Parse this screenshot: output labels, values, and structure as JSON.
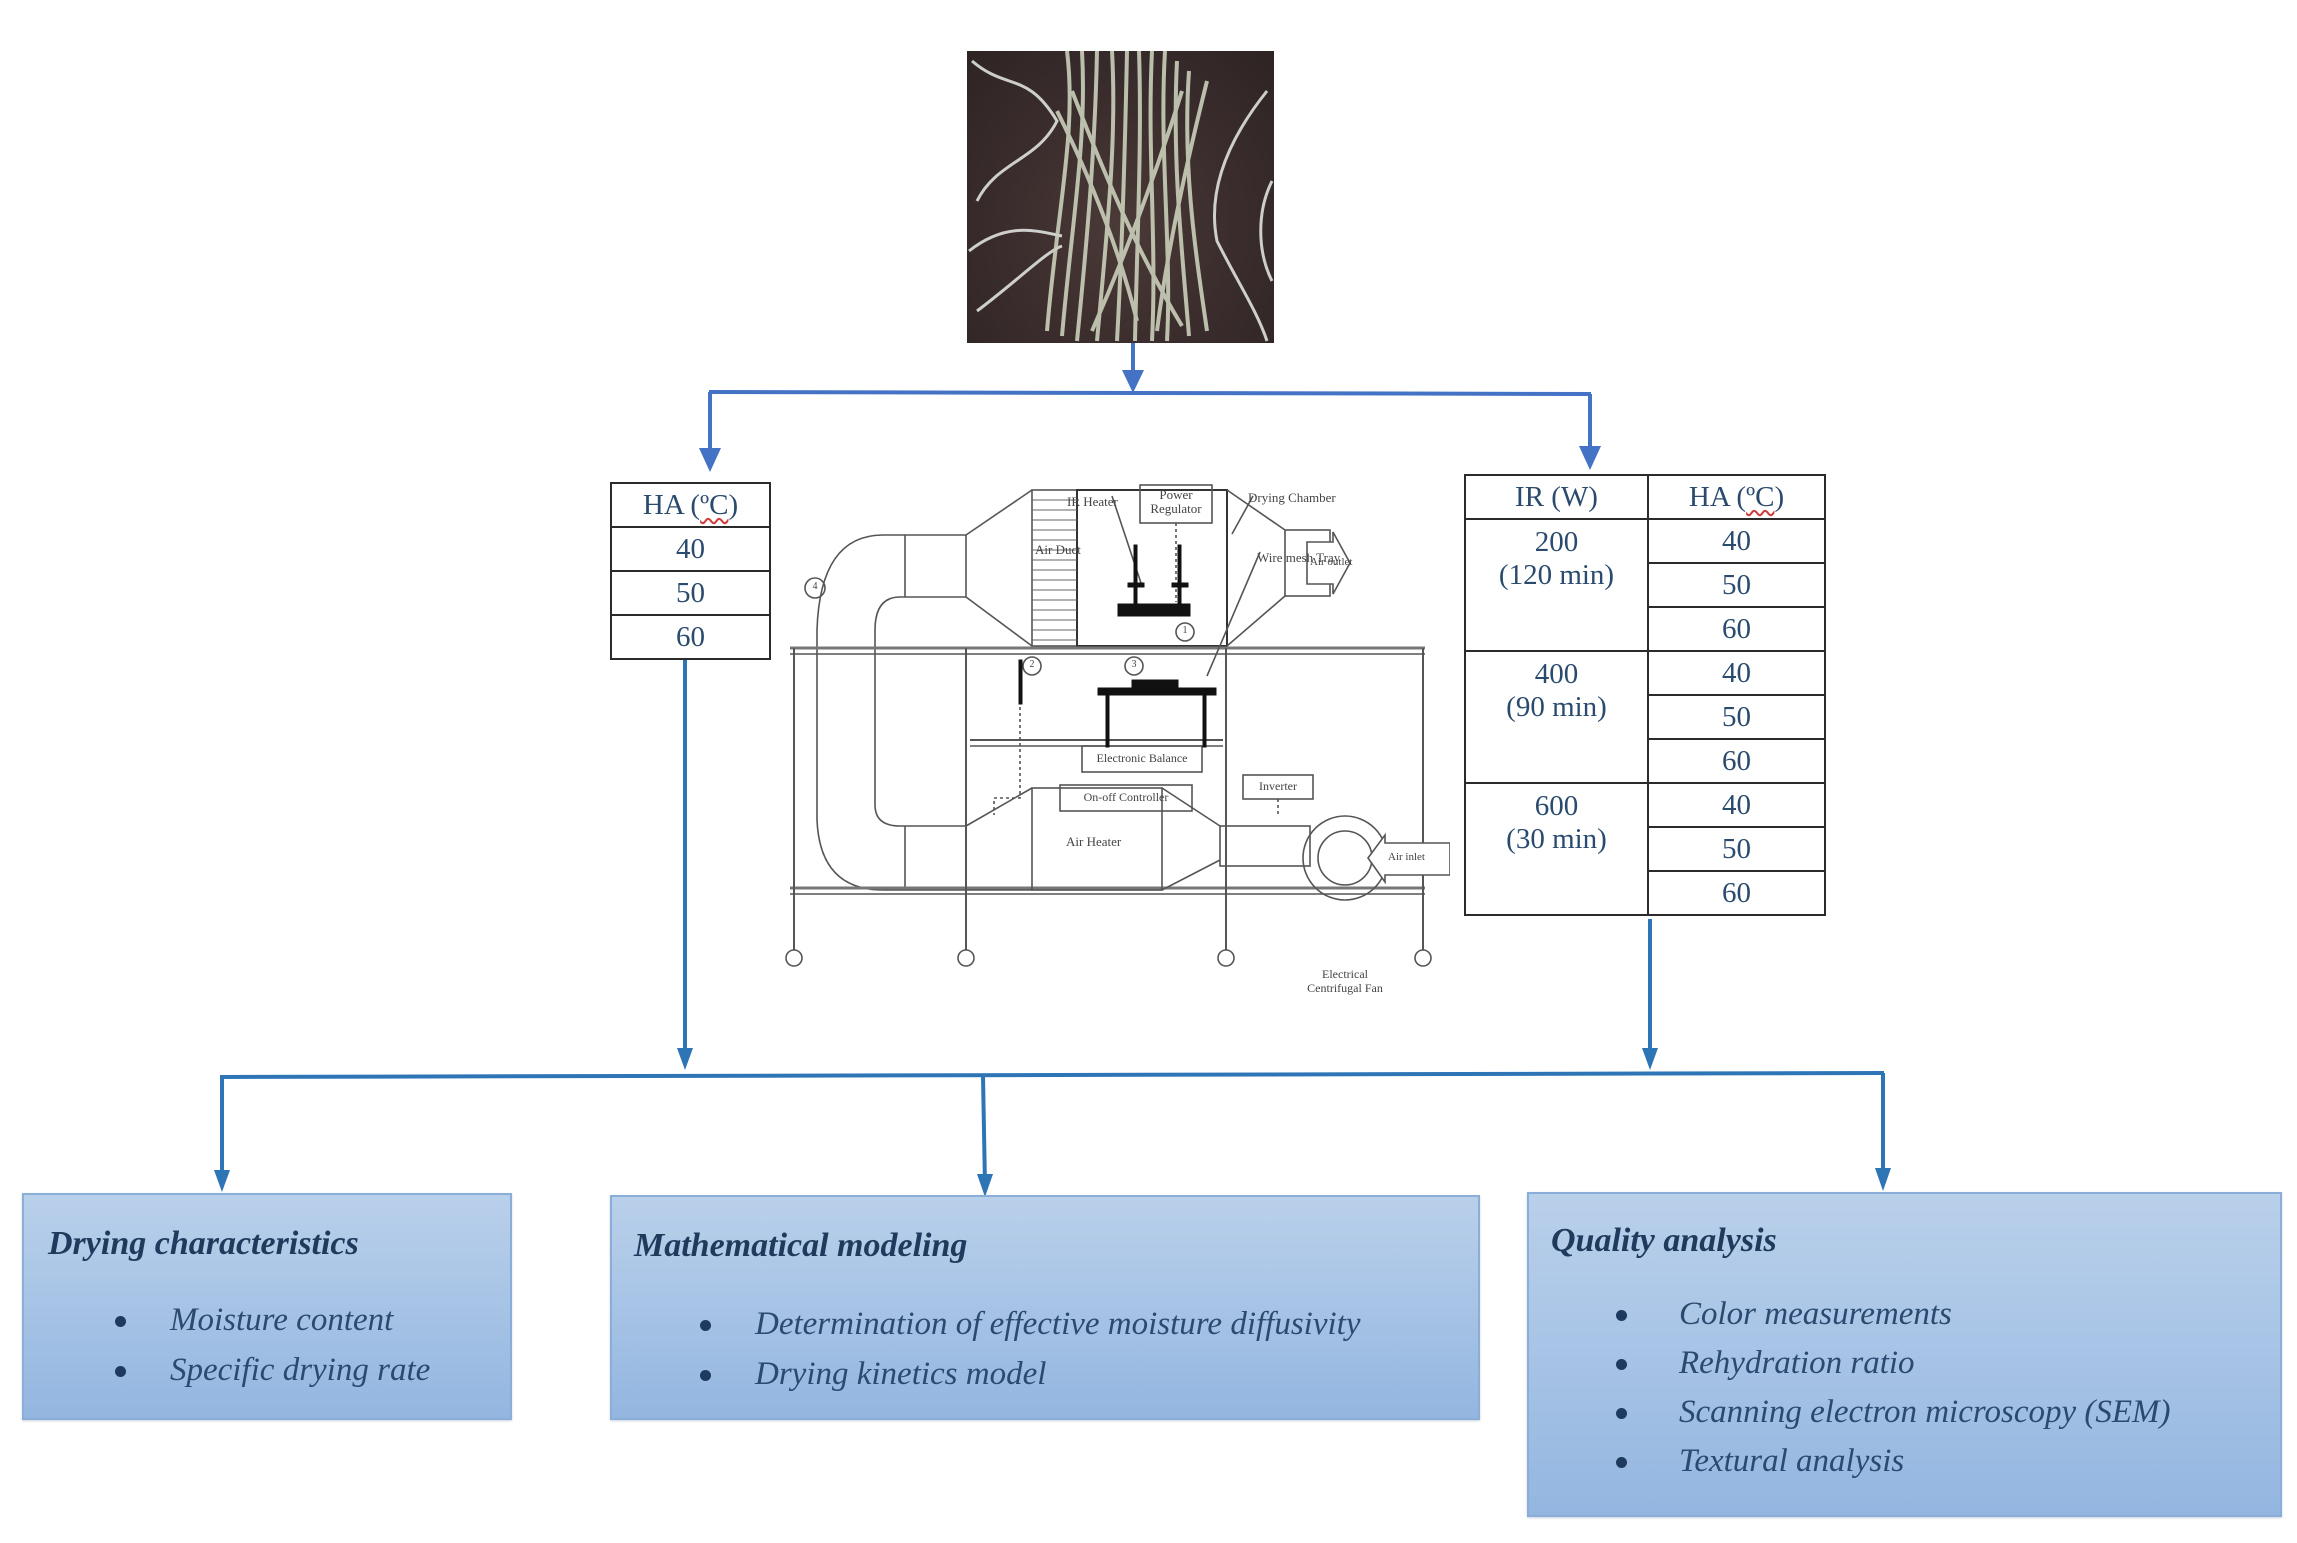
{
  "colors": {
    "arrow_top": "#4472c4",
    "arrow_bottom": "#2e75b6",
    "box_fill_top": "#b9d0ea",
    "box_fill_bottom": "#93b6e0",
    "text_navy": "#1f3a5c"
  },
  "sample_photo": {
    "icon": "noodle-sample-photo",
    "description": "Photo of noodle strands"
  },
  "ha_table": {
    "header": "HA (",
    "header_unit": "ºC",
    "header_close": ")",
    "rows": [
      "40",
      "50",
      "60"
    ]
  },
  "ir_table": {
    "header_ir": "IR (W)",
    "header_ha": "HA (",
    "header_ha_unit": "ºC",
    "header_ha_close": ")",
    "groups": [
      {
        "power": "200",
        "time": "(120 min)",
        "ha": [
          "40",
          "50",
          "60"
        ]
      },
      {
        "power": "400",
        "time": "(90 min)",
        "ha": [
          "40",
          "50",
          "60"
        ]
      },
      {
        "power": "600",
        "time": "(30 min)",
        "ha": [
          "40",
          "50",
          "60"
        ]
      }
    ]
  },
  "dryer_diagram": {
    "labels": {
      "ir_heater": "IR Heater",
      "power_regulator_1": "Power",
      "power_regulator_2": "Regulator",
      "drying_chamber": "Drying Chamber",
      "air_duct": "Air Duct",
      "wire_mesh_tray": "Wire mesh Tray",
      "air_outlet": "Air outlet",
      "electronic_balance": "Electronic Balance",
      "on_off_controller": "On-off Controller",
      "inverter": "Inverter",
      "air_heater": "Air Heater",
      "air_inlet": "Air inlet",
      "fan_1": "Electrical",
      "fan_2": "Centrifugal Fan"
    },
    "markers": [
      "1",
      "2",
      "3",
      "4"
    ]
  },
  "outputs": [
    {
      "title": "Drying characteristics",
      "items": [
        "Moisture content",
        "Specific drying rate"
      ]
    },
    {
      "title": "Mathematical modeling",
      "items": [
        "Determination of effective moisture diffusivity",
        "Drying kinetics model"
      ]
    },
    {
      "title": "Quality analysis",
      "items": [
        "Color measurements",
        "Rehydration ratio",
        "Scanning electron microscopy (SEM)",
        "Textural analysis"
      ]
    }
  ]
}
